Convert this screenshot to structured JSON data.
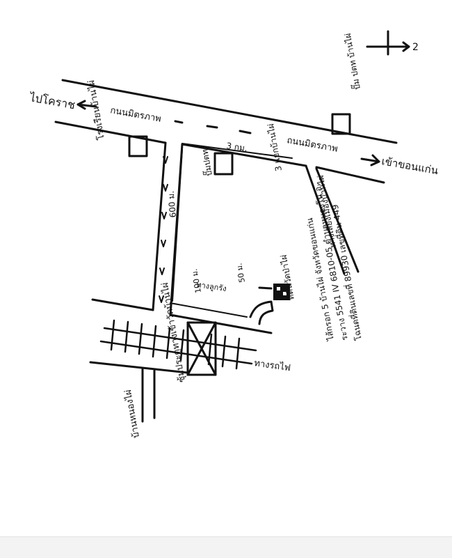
{
  "map": {
    "compass_label": "2",
    "roads": {
      "main_left": "กนนมิตรภาพ",
      "main_right": "ถนนมิตรภาพ",
      "to_korat": "ไปโคราช",
      "to_khonkaen": "เข้าขอนแก่น",
      "to_hospital": "ทางเลี่ยงเมืองบ้านไผ่",
      "to_village": "บ้านหนองไผ่"
    },
    "places": {
      "top_right_building": "ปั๊ม ปตท บ้านไผ่",
      "left_building": "โรงเรียนบ้านไผ่",
      "middle_building": "ปั๊มปตท.",
      "intersection": "3 แยกบ้านไผ่",
      "railway_crossing": "ซุ้มประตูทางเข้าวัดบ้านไผ่",
      "railway": "ทางรถไฟ",
      "destination": "ที่ดินวัดป่าไผ่",
      "path": "ทางลูกรัง"
    },
    "distances": {
      "top": "3 กม.",
      "vertical": "600 ม.",
      "bottom": "100 ม.",
      "short": "50 ม."
    },
    "notes": [
      "โฉนดที่ดินเลขที่ 89930 เลขที่ดิน 449",
      "ระวาง 5541 IV 6810-05 ตำบลหนองโน อ.",
      "ไส้กรอก 5 บ้านไผ่ จังหวัดขอนแก่น"
    ]
  }
}
